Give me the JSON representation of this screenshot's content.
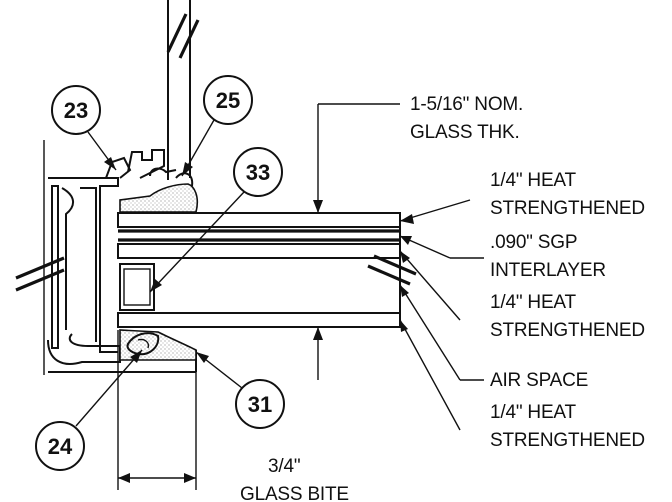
{
  "callouts": {
    "c23": "23",
    "c25": "25",
    "c33": "33",
    "c31": "31",
    "c24": "24"
  },
  "labels": {
    "nominal_thk_line1": "1-5/16\" NOM.",
    "nominal_thk_line2": "GLASS THK.",
    "lite1_line1": "1/4\" HEAT",
    "lite1_line2": "STRENGTHENED",
    "interlayer_line1": ".090\" SGP",
    "interlayer_line2": "INTERLAYER",
    "lite2_line1": "1/4\" HEAT",
    "lite2_line2": "STRENGTHENED",
    "air_space": "AIR SPACE",
    "lite3_line1": "1/4\" HEAT",
    "lite3_line2": "STRENGTHENED",
    "bite_line1": "3/4\"",
    "bite_line2": "GLASS BITE"
  },
  "colors": {
    "ink": "#111111",
    "background": "#ffffff",
    "sealant_stipple": "#8a8a8a"
  }
}
